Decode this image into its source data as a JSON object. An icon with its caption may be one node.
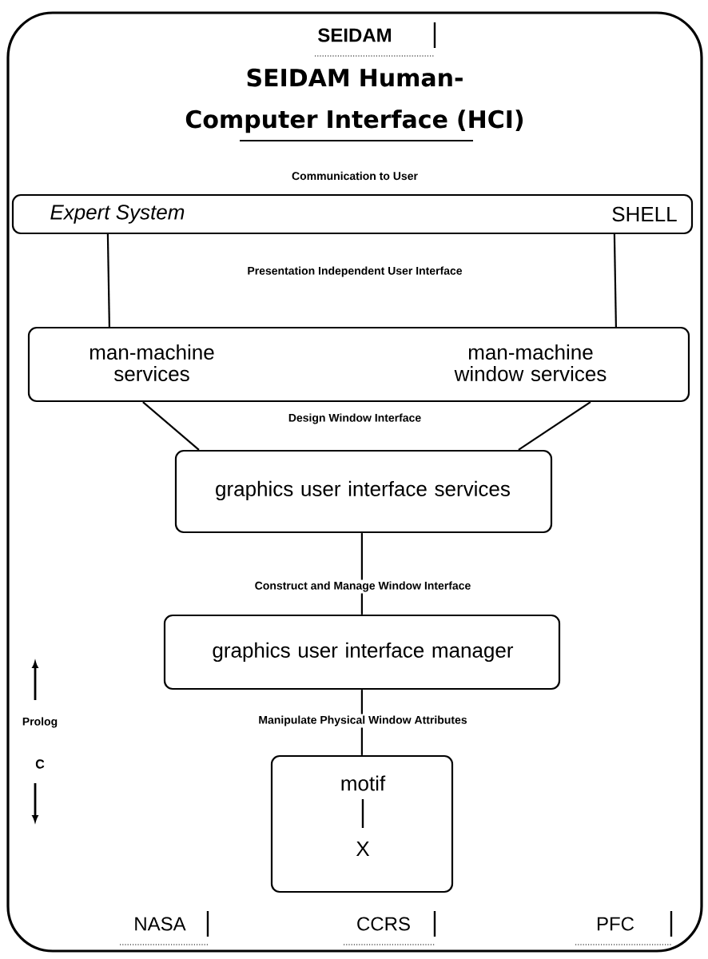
{
  "diagram": {
    "title": "SEIDAM Human-Computer Interface (HCI)",
    "nodes": [
      {
        "text": [
          "Expert System",
          "SHELL"
        ]
      },
      {
        "text": [
          "man-machine services",
          "man-machine window services"
        ]
      },
      {
        "text": [
          "graphics user interface services"
        ]
      },
      {
        "text": [
          "graphics user interface manager"
        ]
      },
      {
        "text": [
          "motif",
          "X"
        ]
      }
    ],
    "edges": [
      {
        "from": 0,
        "to": 1,
        "arrow": "none"
      },
      {
        "from": 0,
        "to": 1,
        "arrow": "none"
      },
      {
        "from": 1,
        "to": 2,
        "arrow": "none"
      },
      {
        "from": 1,
        "to": 2,
        "arrow": "none"
      },
      {
        "from": 2,
        "to": 3,
        "arrow": "none",
        "label": "Construct and Manage Window Interface"
      },
      {
        "from": 3,
        "to": 4,
        "arrow": "none",
        "label": "Manipulate Physical Window Attributes"
      }
    ],
    "labels": [
      "SEIDAM",
      "Communication to User",
      "Presentation Independent User Interface",
      "Design Window Interface",
      "Prolog",
      "C",
      "NASA",
      "CCRS",
      "PFC"
    ]
  }
}
